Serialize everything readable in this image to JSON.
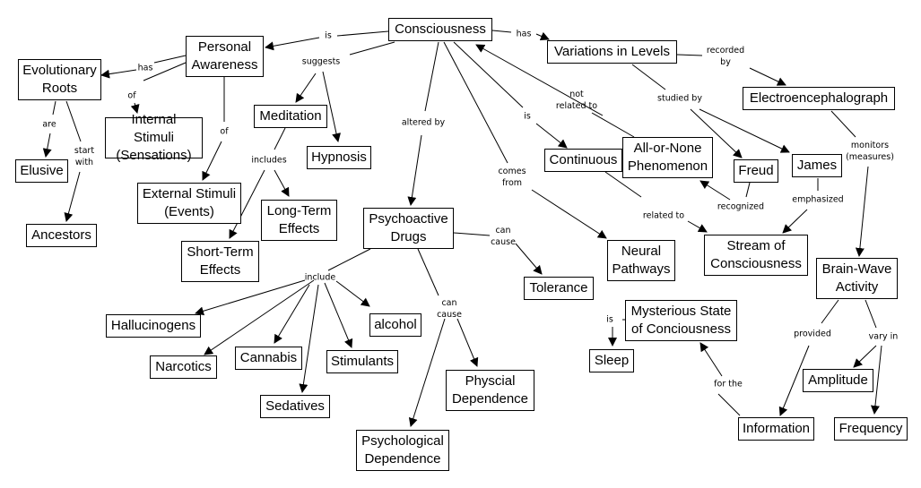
{
  "title": "Consciousness concept map",
  "nodes": {
    "consciousness": "Consciousness",
    "personal_awareness": "Personal\nAwareness",
    "evolutionary_roots": "Evolutionary\nRoots",
    "elusive": "Elusive",
    "ancestors": "Ancestors",
    "internal_stimuli": "Internal Stimuli\n(Sensations)",
    "external_stimuli": "External Stimuli\n(Events)",
    "meditation": "Meditation",
    "hypnosis": "Hypnosis",
    "long_term": "Long-Term\nEffects",
    "short_term": "Short-Term\nEffects",
    "psychoactive": "Psychoactive\nDrugs",
    "hallucinogens": "Hallucinogens",
    "narcotics": "Narcotics",
    "cannabis": "Cannabis",
    "sedatives": "Sedatives",
    "stimulants": "Stimulants",
    "alcohol": "alcohol",
    "tolerance": "Tolerance",
    "physical_dep": "Physcial\nDependence",
    "psych_dep": "Psychological\nDependence",
    "neural": "Neural\nPathways",
    "variations": "Variations in Levels",
    "eeg": "Electroencephalograph",
    "continuous": "Continuous",
    "all_or_none": "All-or-None\nPhenomenon",
    "freud": "Freud",
    "james": "James",
    "stream": "Stream of\nConsciousness",
    "brainwave": "Brain-Wave\nActivity",
    "mysterious": "Mysterious State\nof Conciousness",
    "sleep": "Sleep",
    "information": "Information",
    "amplitude": "Amplitude",
    "frequency": "Frequency"
  },
  "links": {
    "is_pa": "is",
    "has_er": "has",
    "of_internal": "of",
    "of_external": "of",
    "are": "are",
    "start_with": "start\nwith",
    "suggests": "suggests",
    "includes": "includes",
    "altered_by": "altered by",
    "include": "include",
    "can_cause_tol": "can\ncause",
    "can_cause_dep": "can\ncause",
    "comes_from": "comes\nfrom",
    "is_cont": "is",
    "not_related": "not\nrelated to",
    "has_var": "has",
    "recorded_by": "recorded\nby",
    "studied_by": "studied by",
    "monitors": "monitors\n(measures)",
    "related_to": "related to",
    "recognized": "recognized",
    "emphasized": "emphasized",
    "is_sleep": "is",
    "for_the": "for the",
    "provided": "provided",
    "vary_in": "vary in"
  }
}
